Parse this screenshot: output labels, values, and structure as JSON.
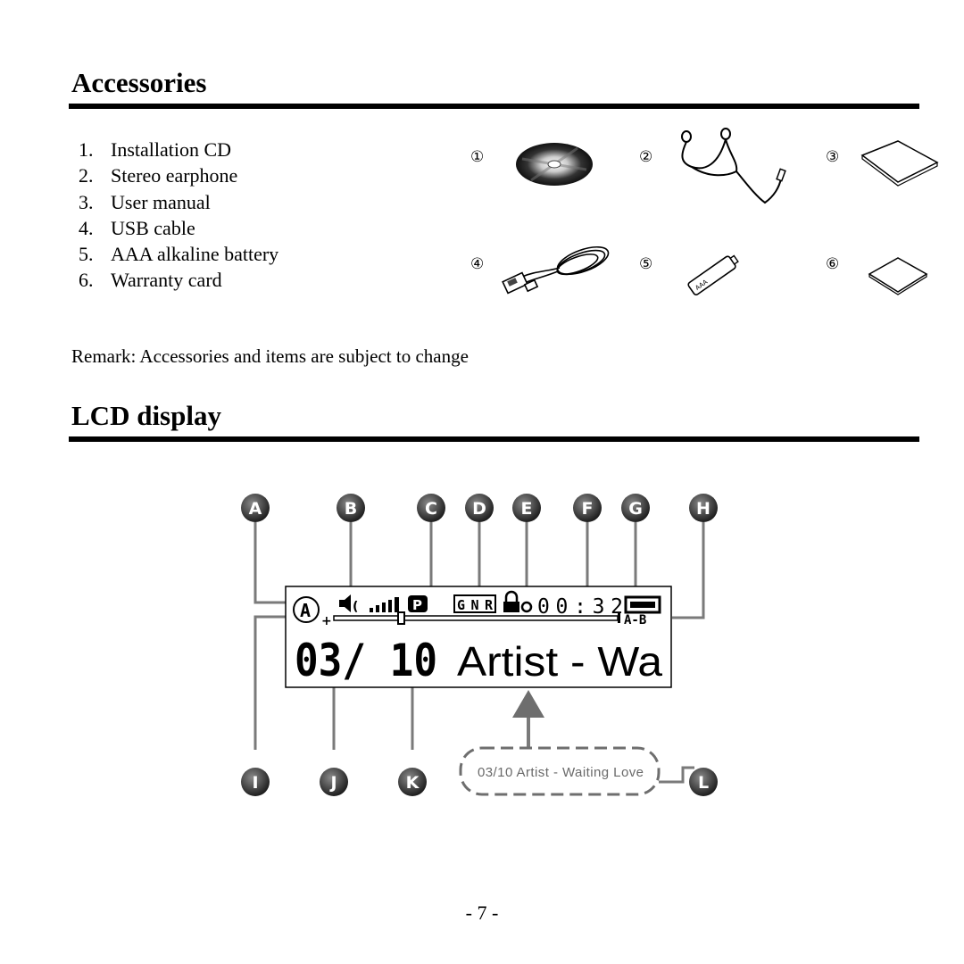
{
  "accessories": {
    "heading": "Accessories",
    "items": [
      {
        "num": "1.",
        "label": "Installation CD"
      },
      {
        "num": "2.",
        "label": "Stereo earphone"
      },
      {
        "num": "3.",
        "label": "User manual"
      },
      {
        "num": "4.",
        "label": "USB cable"
      },
      {
        "num": "5.",
        "label": "AAA alkaline battery"
      },
      {
        "num": "6.",
        "label": "Warranty card"
      }
    ],
    "figure_numbers": [
      "①",
      "②",
      "③",
      "④",
      "⑤",
      "⑥"
    ],
    "battery_text": "AAA",
    "remark": "Remark: Accessories and items are subject to change"
  },
  "lcd": {
    "heading": "LCD display",
    "callouts_top": [
      "A",
      "B",
      "C",
      "D",
      "E",
      "F",
      "G",
      "H"
    ],
    "callouts_bottom": [
      "I",
      "J",
      "K",
      "L"
    ],
    "indicator_a": "A",
    "indicator_c": "P",
    "eq_text": "GNR",
    "time": "00:32",
    "ab_text": "A-B",
    "track_main": "03/ 10",
    "scroll_text": "Artist - Wa",
    "full_title": "03/10 Artist - Waiting Love"
  },
  "page_number": "- 7 -"
}
